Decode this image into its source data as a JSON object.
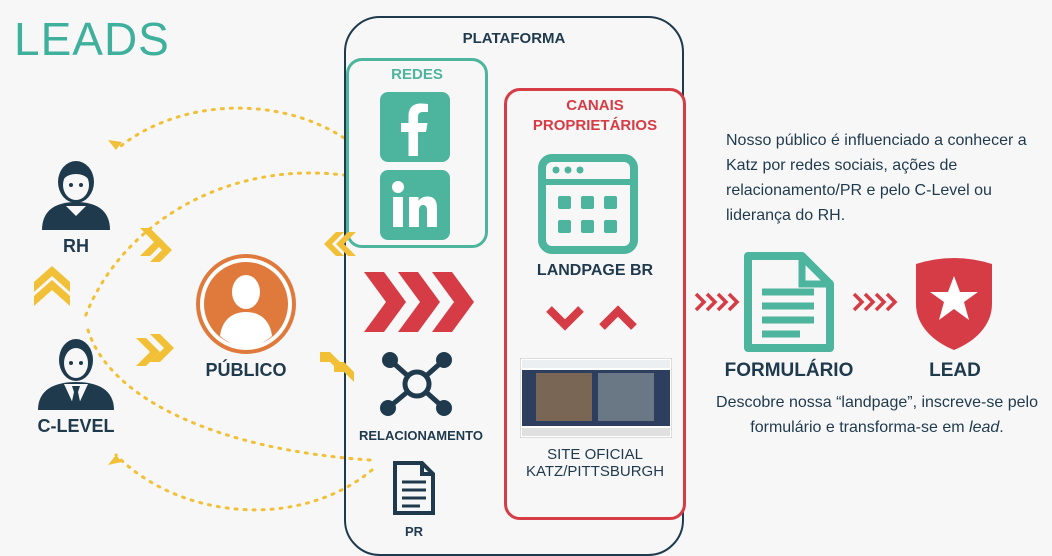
{
  "title": "LEADS",
  "platform": "PLATAFORMA",
  "redes": "REDES",
  "canais": "CANAIS PROPRIETÁRIOS",
  "rh": "RH",
  "clevel": "C-LEVEL",
  "publico": "PÚBLICO",
  "relacionamento": "RELACIONAMENTO",
  "pr": "PR",
  "landpage": "LANDPAGE BR",
  "site": "SITE OFICIAL KATZ/PITTSBURGH",
  "formulario": "FORMULÁRIO",
  "lead": "LEAD",
  "desc1": "Nosso público é influenciado a conhecer a Katz por redes sociais, ações de relacionamento/PR e pelo C-Level ou liderança do RH.",
  "desc2_a": "Descobre nossa “landpage”, inscreve-se pelo formulário e transforma-se em ",
  "desc2_b": "lead",
  "desc2_c": ".",
  "colors": {
    "teal": "#4db59e",
    "red": "#d63c45",
    "navy": "#1f3a4d",
    "orange": "#e07a3c",
    "yellow": "#f2c037"
  }
}
